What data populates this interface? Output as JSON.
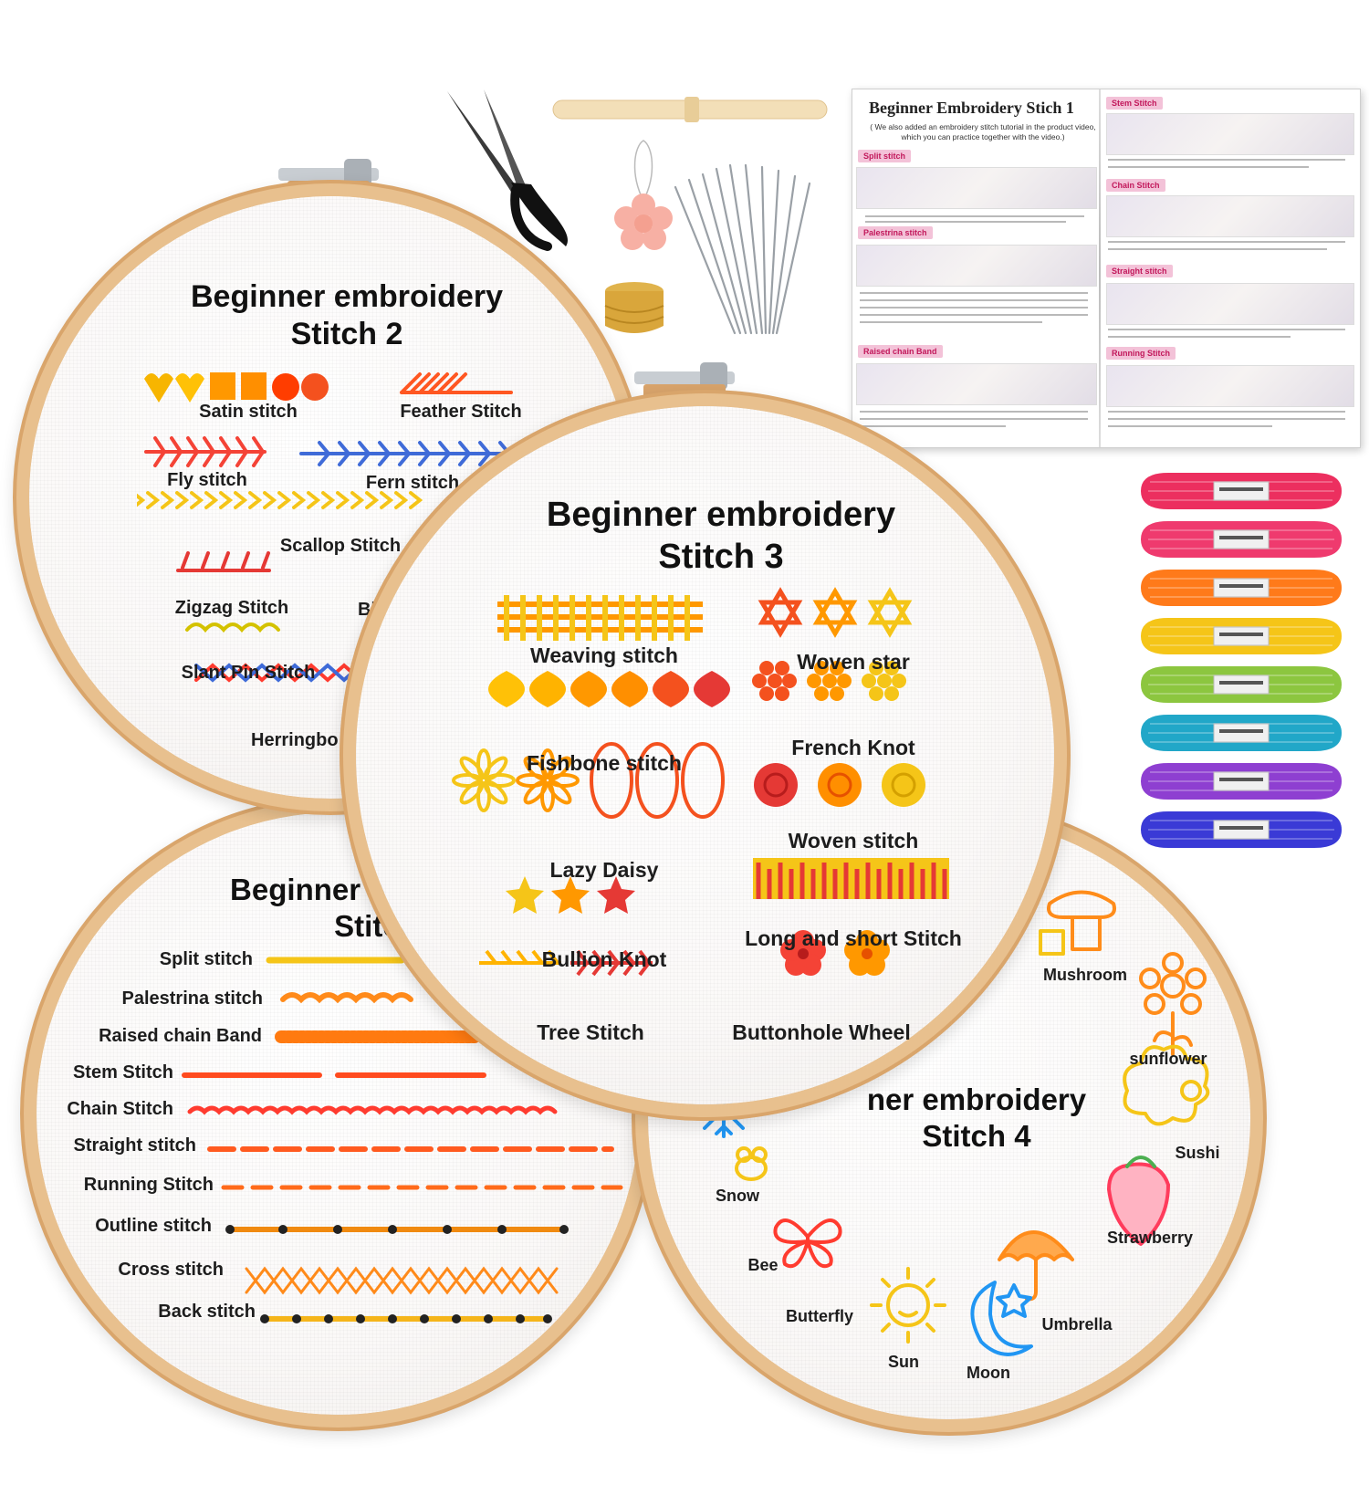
{
  "hoop2": {
    "title_line1": "Beginner embroidery",
    "title_line2": "Stitch 2",
    "labels": {
      "satin": "Satin stitch",
      "feather": "Feather Stitch",
      "fly": "Fly stitch",
      "fern": "Fern stitch",
      "scallop": "Scallop Stitch",
      "zigzag": "Zigzag Stitch",
      "blanket_partial": "Bl",
      "slant_pin": "Slant Pin Stitch",
      "herringbone_partial": "Herringbo"
    }
  },
  "hoop3": {
    "title_line1": "Beginner embroidery",
    "title_line2": "Stitch 3",
    "labels": {
      "weaving": "Weaving stitch",
      "woven_star": "Woven star",
      "fishbone": "Fishbone stitch",
      "french_knot": "French Knot",
      "woven_stitch": "Woven stitch",
      "lazy_daisy": "Lazy Daisy",
      "long_short": "Long and short Stitch",
      "bullion": "Bullion Knot",
      "tree": "Tree Stitch",
      "buttonhole": "Buttonhole Wheel"
    }
  },
  "hoop1": {
    "title_line1": "Beginner em",
    "title_line2": "Stitch",
    "labels": {
      "split": "Split stitch",
      "palestrina": "Palestrina stitch",
      "raised_chain": "Raised chain Band",
      "stem": "Stem Stitch",
      "chain": "Chain Stitch",
      "straight": "Straight stitch",
      "running": "Running Stitch",
      "outline": "Outline stitch",
      "cross": "Cross stitch",
      "back": "Back stitch"
    }
  },
  "hoop4": {
    "title_line1": "ner embroidery",
    "title_line2": "Stitch 4",
    "labels": {
      "mushroom": "Mushroom",
      "sunflower": "sunflower",
      "sushi": "Sushi",
      "strawberry": "Strawberry",
      "umbrella": "Umbrella",
      "snow": "Snow",
      "bee": "Bee",
      "butterfly": "Butterfly",
      "sun": "Sun",
      "moon": "Moon"
    }
  },
  "booklet": {
    "title": "Beginner Embroidery Stich 1",
    "subtitle": "( We also added an embroidery stitch tutorial in the product video, which you can practice together with the video.)",
    "left_sections": [
      "Split stitch",
      "Palestrina stitch",
      "Raised chain Band"
    ],
    "right_sections": [
      "Stem Stitch",
      "Chain Stitch",
      "Straight stitch",
      "Running Stitch"
    ]
  },
  "colors": {
    "hoop_wood": "#e8c08e",
    "accent_pink": "#e91e63",
    "threads": [
      "#ec2f5f",
      "#ef3a6e",
      "#ff7a1a",
      "#f5c518",
      "#8cc63f",
      "#21a7c8",
      "#8e3fd1",
      "#3a3ad6"
    ]
  },
  "icons": [
    "thread-snips-icon",
    "needle-threader-icon",
    "flower-threader-icon",
    "thimble-icon",
    "needles-icon"
  ]
}
